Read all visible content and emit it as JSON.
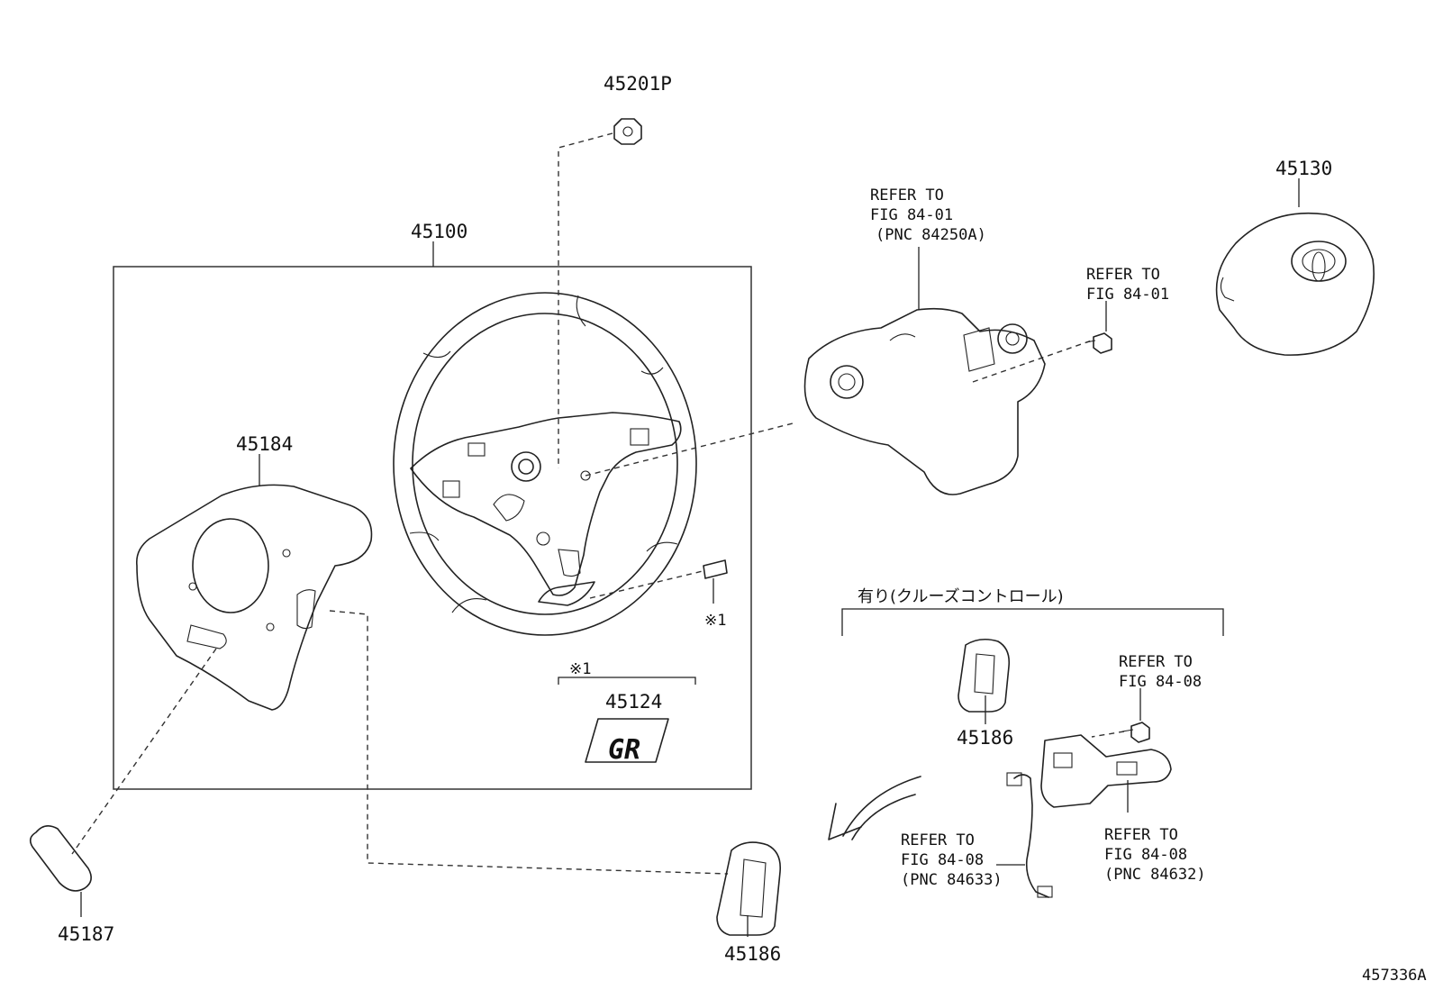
{
  "parts": {
    "p45201P": "45201P",
    "p45100": "45100",
    "p45130": "45130",
    "p45184": "45184",
    "p45124": "45124",
    "p45186_top": "45186",
    "p45186_bottom": "45186",
    "p45187": "45187"
  },
  "refs": {
    "ref_84250A": [
      "REFER TO",
      "FIG 84-01",
      "(PNC 84250A)"
    ],
    "ref_84_01_bolt": [
      "REFER TO",
      "FIG 84-01"
    ],
    "ref_84_08_bolt": [
      "REFER TO",
      "FIG 84-08"
    ],
    "ref_84633": [
      "REFER TO",
      "FIG 84-08",
      "(PNC 84633)"
    ],
    "ref_84632": [
      "REFER TO",
      "FIG 84-08",
      "(PNC 84632)"
    ]
  },
  "notes": {
    "marker_1": "※1",
    "marker_1_group": "※1",
    "cruise_group": "有り(クルーズコントロール)",
    "emblem_text": "GR",
    "drawing_id": "457336A"
  }
}
